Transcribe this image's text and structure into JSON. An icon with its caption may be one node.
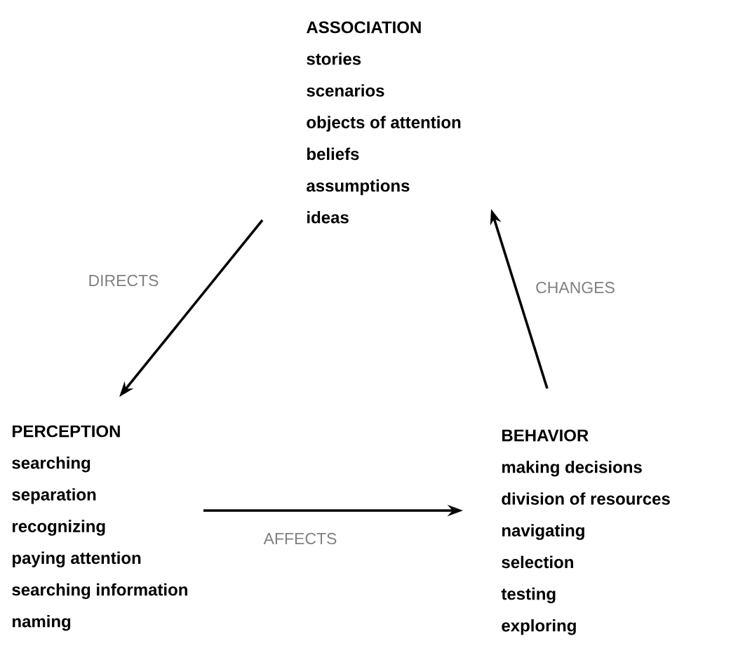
{
  "diagram": {
    "nodes": [
      {
        "text": [
          "ASSOCIATION",
          "stories",
          "scenarios",
          "objects of attention",
          "beliefs",
          "assumptions",
          "ideas"
        ]
      },
      {
        "text": [
          "PERCEPTION",
          "searching",
          "separation",
          "recognizing",
          "paying attention",
          "searching information",
          "naming"
        ]
      },
      {
        "text": [
          "BEHAVIOR",
          "making decisions",
          "division of resources",
          "navigating",
          "selection",
          "testing",
          "exploring"
        ]
      }
    ],
    "edges": [
      {
        "from": 0,
        "to": 1,
        "arrow": "to",
        "label": "DIRECTS"
      },
      {
        "from": 1,
        "to": 2,
        "arrow": "to",
        "label": "AFFECTS"
      },
      {
        "from": 2,
        "to": 0,
        "arrow": "to",
        "label": "CHANGES"
      }
    ]
  }
}
